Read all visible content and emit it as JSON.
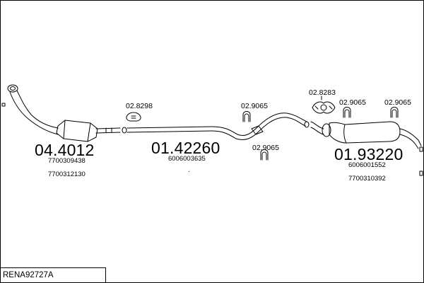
{
  "reference": "RENA92727A",
  "parts": {
    "catalyst": {
      "code": "04.4012",
      "oem": [
        "7700309438",
        "7700312130"
      ]
    },
    "middle_pipe": {
      "code": "01.42260",
      "oem": [
        "6006003635"
      ]
    },
    "rear_silencer": {
      "code": "01.93220",
      "oem": [
        "6006001552",
        "7700310392"
      ]
    }
  },
  "accessories": {
    "clamp_a": "02.8298",
    "hanger_a": "02.9065",
    "hanger_b": "02.9065",
    "gasket": "02.8283",
    "hanger_c": "02.9065",
    "hanger_d": "02.9065"
  },
  "dot": "."
}
